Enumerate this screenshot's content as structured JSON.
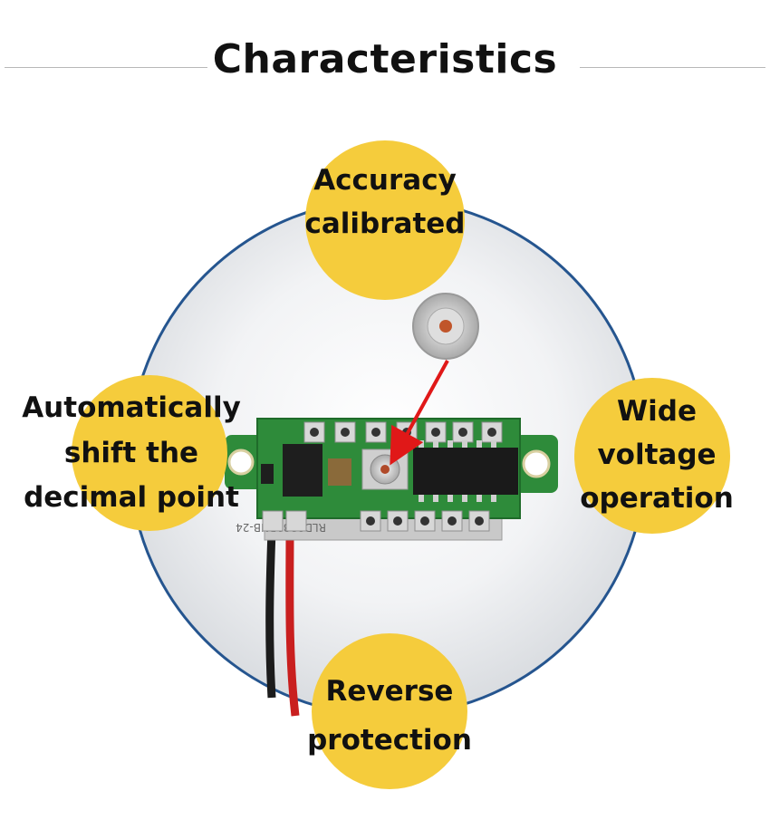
{
  "title": "Characteristics",
  "features": {
    "top": {
      "line1": "Accuracy",
      "line2": "calibrated"
    },
    "left": {
      "line1": "Automatically",
      "line2": "shift the",
      "line3": "decimal point"
    },
    "right": {
      "line1": "Wide",
      "line2": "voltage",
      "line3": "operation"
    },
    "bottom": {
      "line1": "Reverse",
      "line2": "protection"
    }
  },
  "pcb_marking": "RLD2381BNB-24",
  "colors": {
    "badge": "#f5cc3c",
    "ring": "#25558f",
    "pcb": "#2e8b3a",
    "arrow": "#e01818"
  }
}
